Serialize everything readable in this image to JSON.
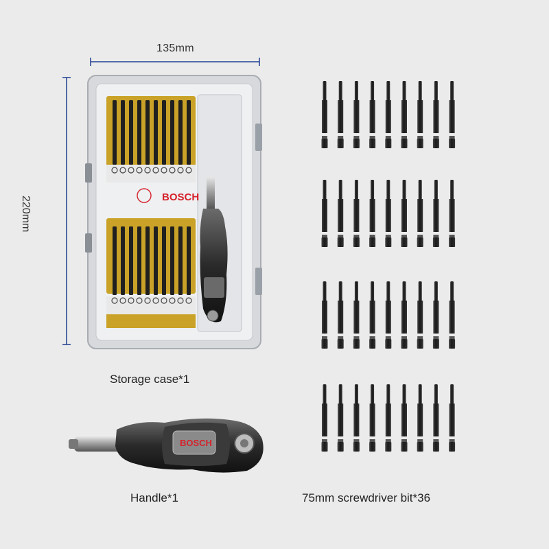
{
  "dimensions": {
    "width_label": "135mm",
    "height_label": "220mm"
  },
  "captions": {
    "storage_case": "Storage case*1",
    "handle": "Handle*1",
    "bits": "75mm screwdriver bit*36"
  },
  "brand": {
    "logo_text": "BOSCH",
    "color": "#d6212a"
  },
  "colors": {
    "dimension_line": "#1f3f8f",
    "case_tray": "#c9a227",
    "bit": "#1c1c1c",
    "background": "#ebebeb"
  },
  "bits": {
    "rows": 4,
    "per_row": 9,
    "total": 36
  }
}
